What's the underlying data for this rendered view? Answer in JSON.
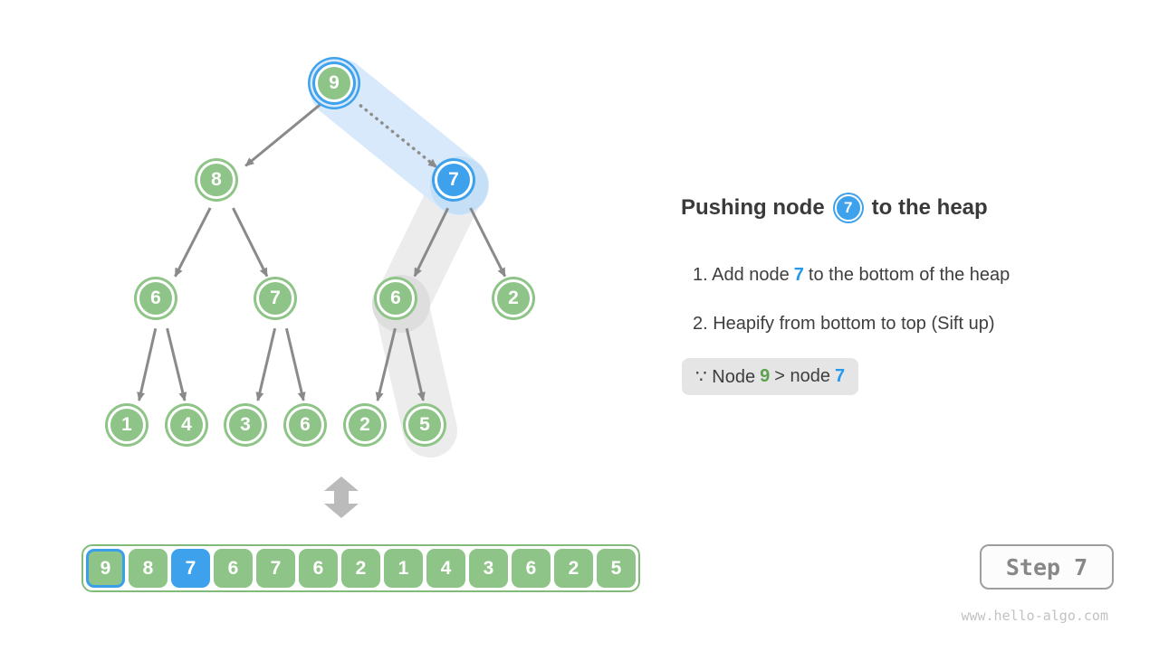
{
  "diagram": {
    "tree": {
      "nodes": [
        {
          "value": "9",
          "state": "compare"
        },
        {
          "value": "8",
          "state": "normal"
        },
        {
          "value": "7",
          "state": "new"
        },
        {
          "value": "6",
          "state": "normal"
        },
        {
          "value": "7",
          "state": "normal"
        },
        {
          "value": "6",
          "state": "visited"
        },
        {
          "value": "2",
          "state": "normal"
        },
        {
          "value": "1",
          "state": "normal"
        },
        {
          "value": "4",
          "state": "normal"
        },
        {
          "value": "3",
          "state": "normal"
        },
        {
          "value": "6",
          "state": "normal"
        },
        {
          "value": "2",
          "state": "normal"
        },
        {
          "value": "5",
          "state": "normal"
        }
      ]
    },
    "array": {
      "cells": [
        {
          "value": "9",
          "state": "compare"
        },
        {
          "value": "8",
          "state": "normal"
        },
        {
          "value": "7",
          "state": "new"
        },
        {
          "value": "6",
          "state": "normal"
        },
        {
          "value": "7",
          "state": "normal"
        },
        {
          "value": "6",
          "state": "normal"
        },
        {
          "value": "2",
          "state": "normal"
        },
        {
          "value": "1",
          "state": "normal"
        },
        {
          "value": "4",
          "state": "normal"
        },
        {
          "value": "3",
          "state": "normal"
        },
        {
          "value": "6",
          "state": "normal"
        },
        {
          "value": "2",
          "state": "normal"
        },
        {
          "value": "5",
          "state": "normal"
        }
      ]
    }
  },
  "panel": {
    "title": {
      "prefix": "Pushing node",
      "node_value": "7",
      "suffix": "to the heap"
    },
    "steps": [
      {
        "prefix": "1. Add node",
        "highlight": "7",
        "suffix": "to the bottom of the heap"
      },
      {
        "text": "2. Heapify from bottom to top (Sift up)"
      }
    ],
    "note": {
      "prefix": "∵ Node",
      "left_value": "9",
      "middle": "> node",
      "right_value": "7"
    }
  },
  "footer": {
    "step_label": "Step 7",
    "watermark": "www.hello-algo.com"
  },
  "colors": {
    "node_green": "#8ec487",
    "node_blue": "#3da1ec",
    "compare_capsule_blue": "#d8e9fb",
    "swap_capsule_gray": "#ececec",
    "edge_gray": "#8a8a8a",
    "text_dark": "#3a3a3a",
    "note_green_text": "#5ba14e",
    "note_blue_text": "#2498ec"
  }
}
